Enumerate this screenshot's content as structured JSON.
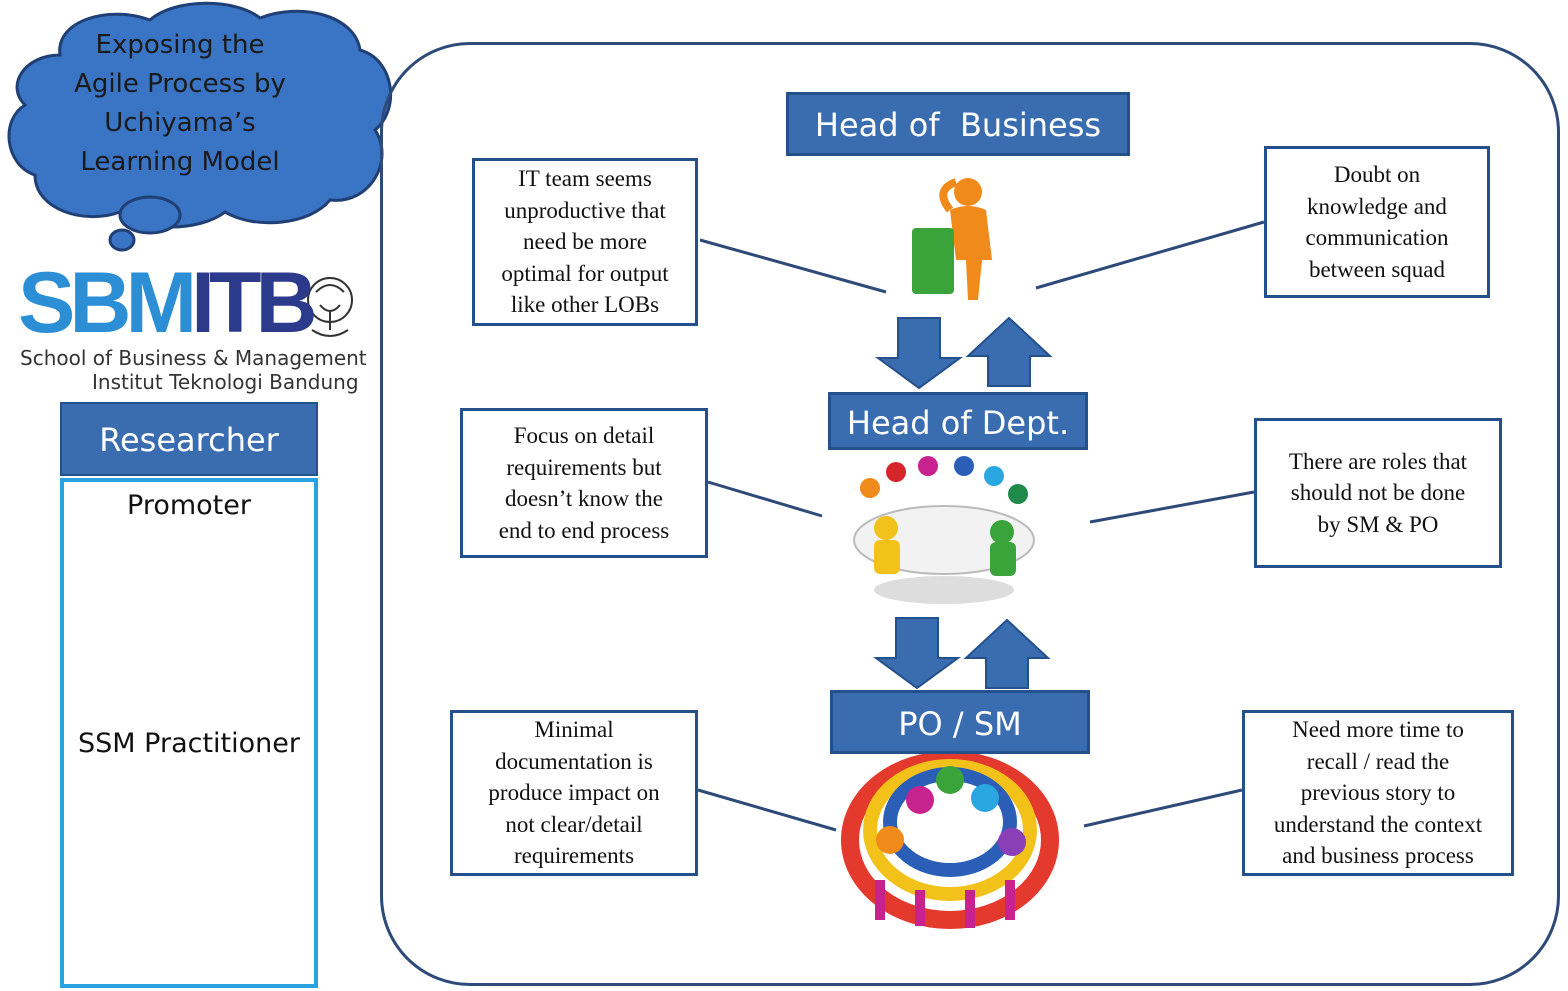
{
  "cloud": {
    "lines": [
      "Exposing the",
      "Agile Process by",
      "Uchiyama’s",
      "Learning Model"
    ]
  },
  "logo": {
    "word_sbm": "SBM",
    "word_itb": "ITB",
    "subtitle_1": "School of Business & Management",
    "subtitle_2": "Institut Teknologi Bandung"
  },
  "researcher": {
    "header": "Researcher",
    "role_1": "Promoter",
    "role_2": "SSM Practitioner"
  },
  "levels": {
    "head_of_business": "Head of  Business",
    "head_of_dept": "Head of Dept.",
    "po_sm": "PO / SM"
  },
  "observations": {
    "business_left": [
      "IT team seems",
      "unproductive  that",
      "need be more",
      "optimal  for output",
      "like  other LOBs"
    ],
    "business_right": [
      "Doubt  on",
      "knowledge  and",
      "communication",
      "between squad"
    ],
    "dept_left": [
      "Focus on detail",
      "requirements  but",
      "doesn’t know the",
      "end to end process"
    ],
    "dept_right": [
      "There  are roles  that",
      "should  not be done",
      "by SM & PO"
    ],
    "posm_left": [
      "Minimal",
      "documentation  is",
      "produce impact  on",
      "not clear/detail",
      "requirements"
    ],
    "posm_right": [
      "Need more  time  to",
      "recall   / read the",
      "previous  story to",
      "understand  the context",
      "and business  process"
    ]
  },
  "colors": {
    "bar_fill": "#3a6cb0",
    "bar_border": "#24508c",
    "cloud_fill": "#3a74c4",
    "panel_border": "#29a3e0",
    "frame": "#2d4a78"
  }
}
